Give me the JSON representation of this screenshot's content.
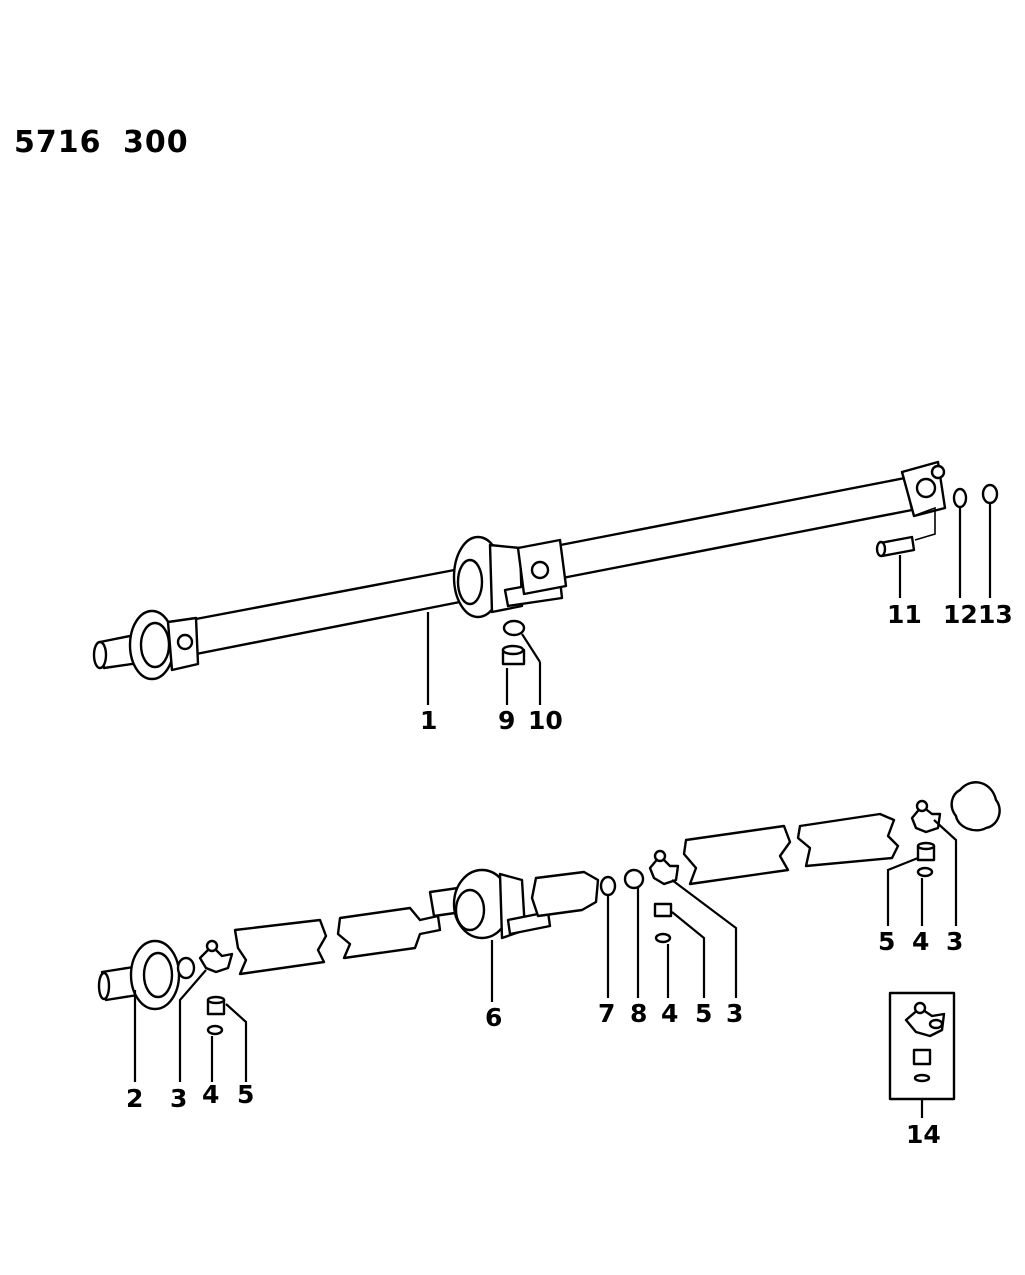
{
  "diagram_code": "5716",
  "diagram_section": "300",
  "callouts": {
    "c1": "1",
    "c9": "9",
    "c10": "10",
    "c11": "11",
    "c12": "12",
    "c13": "13",
    "c2": "2",
    "c3a": "3",
    "c4a": "4",
    "c5a": "5",
    "c6": "6",
    "c7": "7",
    "c8": "8",
    "c4b": "4",
    "c5b": "5",
    "c3b": "3",
    "c5c": "5",
    "c4c": "4",
    "c3c": "3",
    "c14": "14"
  }
}
